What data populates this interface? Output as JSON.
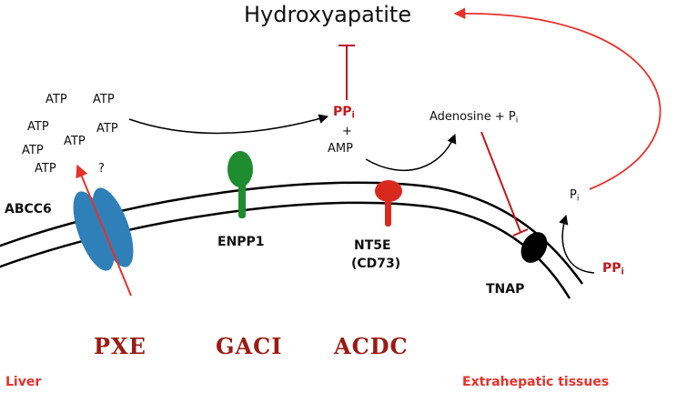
{
  "title": "Hydroxyapatite",
  "atp_label": "ATP",
  "unknown": "?",
  "proteins": {
    "abcc6": "ABCC6",
    "enpp1": "ENPP1",
    "nt5e": "NT5E",
    "nt5e_alias": "(CD73)",
    "tnap": "TNAP"
  },
  "molecules": {
    "ppi": "PP",
    "ppi_sub": "i",
    "plus": "+",
    "amp": "AMP",
    "adenosine": "Adenosine + P",
    "adenosine_sub": "i",
    "pi": "P",
    "pi_sub": "i",
    "ppi2": "PP",
    "ppi2_sub": "i"
  },
  "diseases": {
    "pxe": "PXE",
    "gaci": "GACI",
    "acdc": "ACDC"
  },
  "regions": {
    "liver": "Liver",
    "extrahepatic": "Extrahepatic tissues"
  },
  "colors": {
    "abcc6": "#2f7fb8",
    "enpp1": "#1e8c2f",
    "nt5e": "#d9291f",
    "tnap": "#000000",
    "inhibition": "#c0191c",
    "disease": "#9b1b14",
    "region": "#e8312a"
  }
}
